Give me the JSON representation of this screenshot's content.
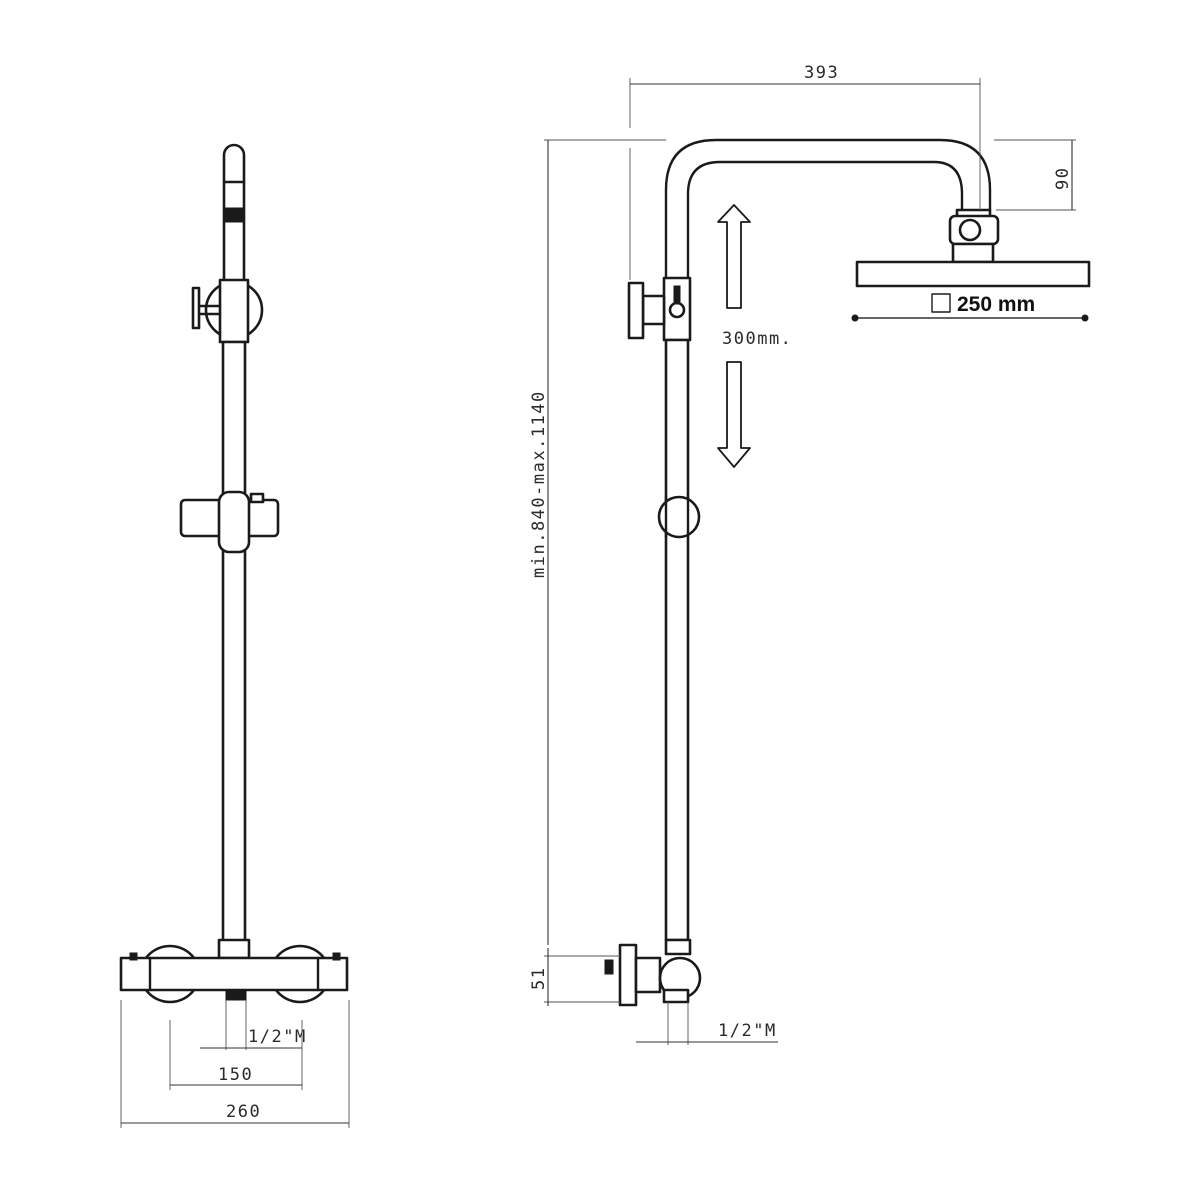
{
  "front_view": {
    "dim_total_width": "260",
    "dim_inlet_spacing": "150",
    "dim_outlet_thread": "1/2\"M"
  },
  "side_view": {
    "dim_arm_reach": "393",
    "dim_arm_drop": "90",
    "dim_rail_height": "min.840-max.1140",
    "dim_adjust_travel": "300mm.",
    "dim_wall_offset": "51",
    "dim_outlet_thread": "1/2\"M",
    "showerhead_size": "250 mm"
  }
}
